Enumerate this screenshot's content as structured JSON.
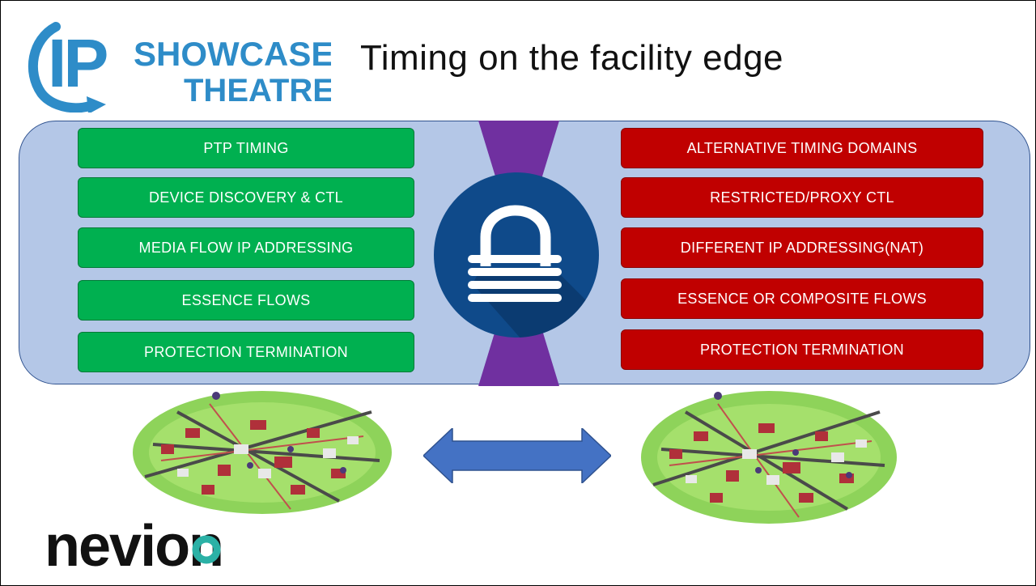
{
  "logo": {
    "ip": "IP",
    "showcase": "SHOWCASE",
    "theatre": "THEATRE"
  },
  "title": "Timing on the facility edge",
  "left_items": [
    "PTP TIMING",
    "DEVICE DISCOVERY & CTL",
    "MEDIA FLOW IP ADDRESSING",
    "ESSENCE FLOWS",
    "PROTECTION TERMINATION"
  ],
  "right_items": [
    "ALTERNATIVE TIMING DOMAINS",
    "RESTRICTED/PROXY CTL",
    "DIFFERENT IP ADDRESSING(NAT)",
    "ESSENCE OR COMPOSITE FLOWS",
    "PROTECTION TERMINATION"
  ],
  "brand": "nevion",
  "colors": {
    "green": "#00b050",
    "red": "#c00000",
    "panel": "#b4c7e7",
    "hourglass": "#7030a0",
    "lock_circle": "#0f4a8a",
    "arrow": "#4472c4",
    "logo_blue": "#2e8cc8"
  },
  "icons": [
    "padlock-icon",
    "double-arrow-icon",
    "city-map-illustration"
  ]
}
